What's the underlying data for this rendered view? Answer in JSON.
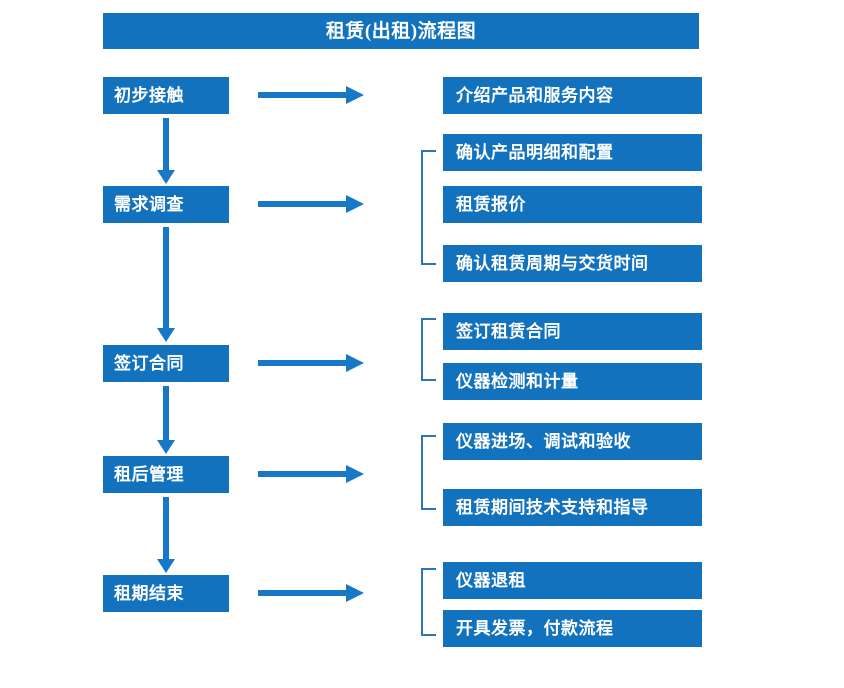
{
  "diagram": {
    "title": "租赁(出租)流程图",
    "colors": {
      "box_fill": "#1272bd",
      "box_text": "#ffffff",
      "arrow": "#1878c8",
      "bracket": "#2a76b8",
      "background": "#ffffff"
    },
    "stages": [
      {
        "label": "初步接触"
      },
      {
        "label": "需求调查"
      },
      {
        "label": "签订合同"
      },
      {
        "label": "租后管理"
      },
      {
        "label": "租期结束"
      }
    ],
    "details": [
      {
        "label": "介绍产品和服务内容"
      },
      {
        "label": "确认产品明细和配置"
      },
      {
        "label": "租赁报价"
      },
      {
        "label": "确认租赁周期与交货时间"
      },
      {
        "label": "签订租赁合同"
      },
      {
        "label": "仪器检测和计量"
      },
      {
        "label": "仪器进场、调试和验收"
      },
      {
        "label": "租赁期间技术支持和指导"
      },
      {
        "label": "仪器退租"
      },
      {
        "label": "开具发票，付款流程"
      }
    ],
    "flow_arrows": {
      "horizontal_count": 5,
      "vertical_count": 4,
      "direction_horizontal": "left-to-right",
      "direction_vertical": "top-to-bottom"
    },
    "groups": [
      {
        "stage": "需求调查",
        "details": [
          "确认产品明细和配置",
          "租赁报价",
          "确认租赁周期与交货时间"
        ]
      },
      {
        "stage": "签订合同",
        "details": [
          "签订租赁合同",
          "仪器检测和计量"
        ]
      },
      {
        "stage": "租后管理",
        "details": [
          "仪器进场、调试和验收",
          "租赁期间技术支持和指导"
        ]
      },
      {
        "stage": "租期结束",
        "details": [
          "仪器退租",
          "开具发票，付款流程"
        ]
      }
    ]
  }
}
